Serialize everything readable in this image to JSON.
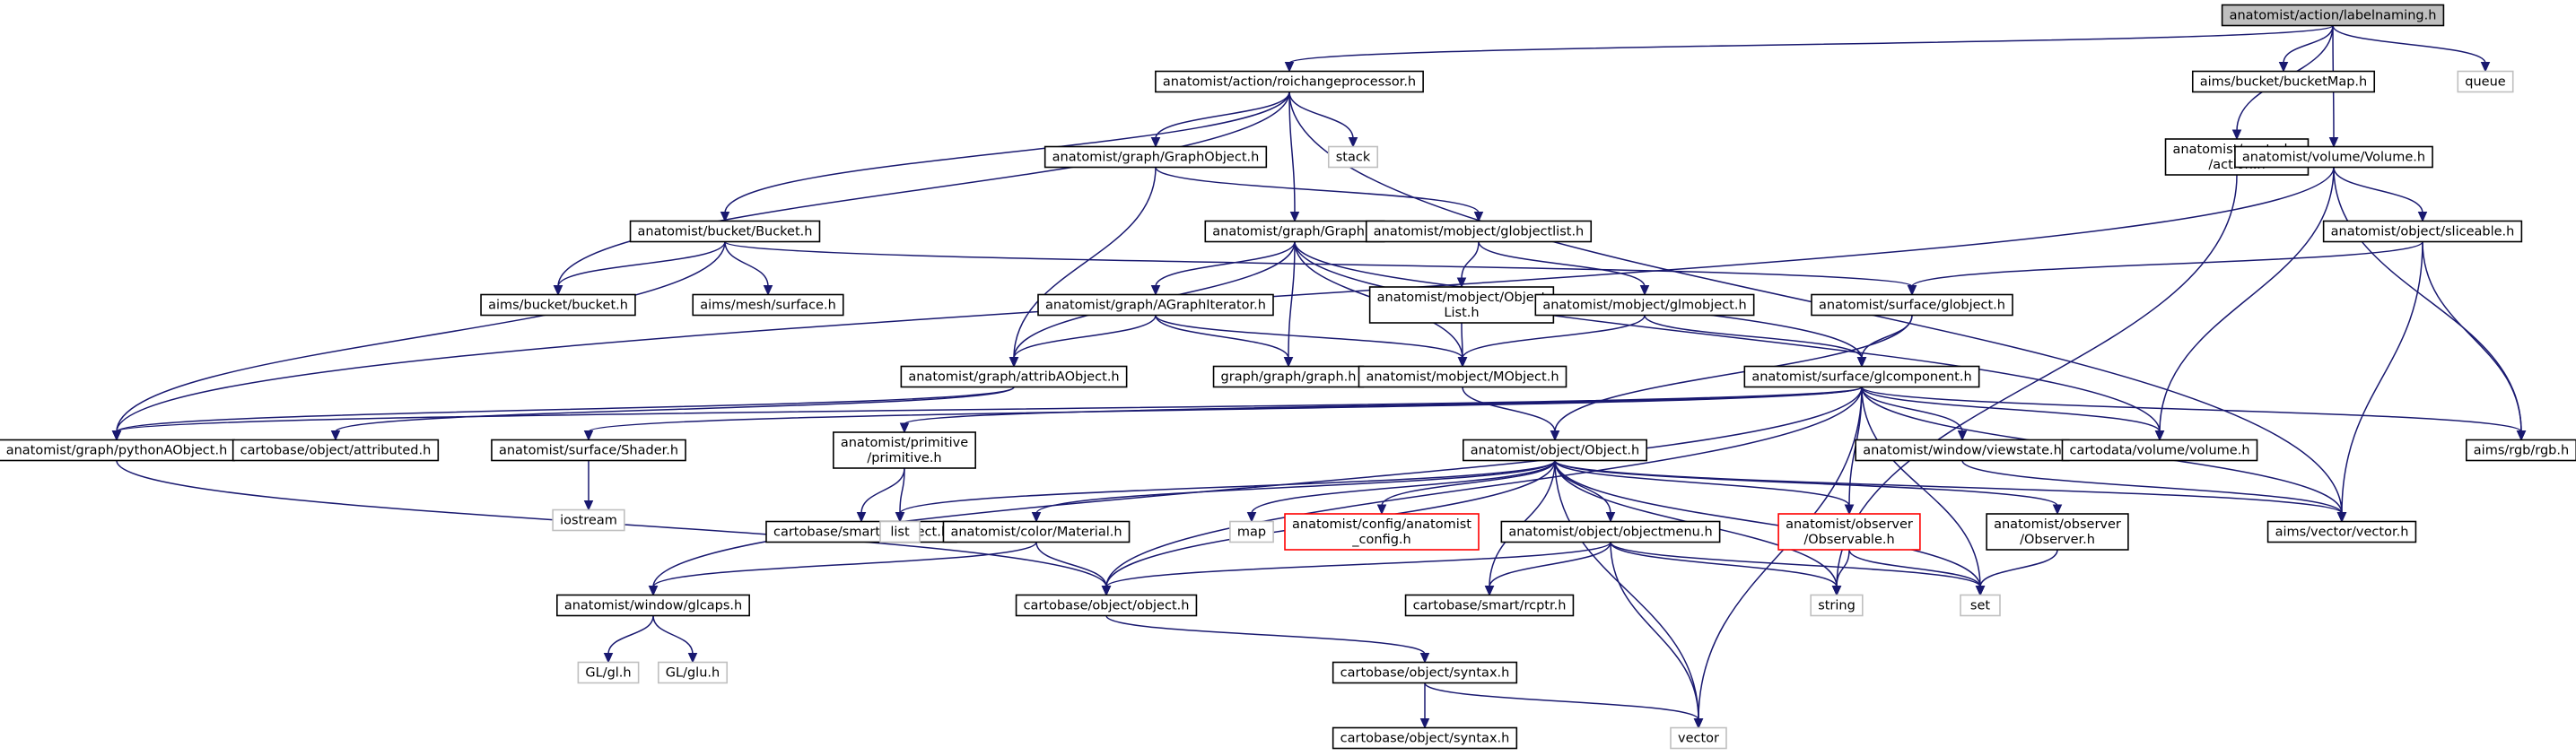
{
  "colors": {
    "edge": "#191970",
    "node_fill": "#ffffff",
    "root_fill": "#bfbfbf",
    "border_normal": "#000000",
    "border_missing": "#bfbfbf",
    "border_truncated": "#ff0000",
    "text": "#000000"
  },
  "nodes": [
    {
      "id": "labelnaming",
      "lines": [
        "anatomist/action/labelnaming.h"
      ],
      "style": "root"
    },
    {
      "id": "roichange",
      "lines": [
        "anatomist/action/roichangeprocessor.h"
      ],
      "style": "normal"
    },
    {
      "id": "bucketMap",
      "lines": [
        "aims/bucket/bucketMap.h"
      ],
      "style": "normal"
    },
    {
      "id": "queue",
      "lines": [
        "queue"
      ],
      "style": "missing"
    },
    {
      "id": "stack",
      "lines": [
        "stack"
      ],
      "style": "missing"
    },
    {
      "id": "graphobject",
      "lines": [
        "anatomist/graph/GraphObject.h"
      ],
      "style": "normal"
    },
    {
      "id": "controler",
      "lines": [
        "anatomist/controler",
        "/action.h"
      ],
      "style": "normal"
    },
    {
      "id": "volume",
      "lines": [
        "anatomist/volume/Volume.h"
      ],
      "style": "normal"
    },
    {
      "id": "bucketh",
      "lines": [
        "anatomist/bucket/Bucket.h"
      ],
      "style": "normal"
    },
    {
      "id": "graph",
      "lines": [
        "anatomist/graph/Graph.h"
      ],
      "style": "normal"
    },
    {
      "id": "globjectlist",
      "lines": [
        "anatomist/mobject/globjectlist.h"
      ],
      "style": "normal"
    },
    {
      "id": "sliceable",
      "lines": [
        "anatomist/object/sliceable.h"
      ],
      "style": "normal"
    },
    {
      "id": "aimsbucket",
      "lines": [
        "aims/bucket/bucket.h"
      ],
      "style": "normal"
    },
    {
      "id": "surface",
      "lines": [
        "aims/mesh/surface.h"
      ],
      "style": "normal"
    },
    {
      "id": "agraphiter",
      "lines": [
        "anatomist/graph/AGraphIterator.h"
      ],
      "style": "normal"
    },
    {
      "id": "objectlist",
      "lines": [
        "anatomist/mobject/Object",
        "List.h"
      ],
      "style": "normal"
    },
    {
      "id": "glmobject",
      "lines": [
        "anatomist/mobject/glmobject.h"
      ],
      "style": "normal"
    },
    {
      "id": "globject",
      "lines": [
        "anatomist/surface/globject.h"
      ],
      "style": "normal"
    },
    {
      "id": "attribaobject",
      "lines": [
        "anatomist/graph/attribAObject.h"
      ],
      "style": "normal"
    },
    {
      "id": "graphgraph",
      "lines": [
        "graph/graph/graph.h"
      ],
      "style": "normal"
    },
    {
      "id": "mobject",
      "lines": [
        "anatomist/mobject/MObject.h"
      ],
      "style": "normal"
    },
    {
      "id": "glcomponent",
      "lines": [
        "anatomist/surface/glcomponent.h"
      ],
      "style": "normal"
    },
    {
      "id": "pythonaobject",
      "lines": [
        "anatomist/graph/pythonAObject.h"
      ],
      "style": "normal"
    },
    {
      "id": "attributed",
      "lines": [
        "cartobase/object/attributed.h"
      ],
      "style": "normal"
    },
    {
      "id": "shader",
      "lines": [
        "anatomist/surface/Shader.h"
      ],
      "style": "normal"
    },
    {
      "id": "primitive",
      "lines": [
        "anatomist/primitive",
        "/primitive.h"
      ],
      "style": "normal"
    },
    {
      "id": "objecth",
      "lines": [
        "anatomist/object/Object.h"
      ],
      "style": "normal"
    },
    {
      "id": "viewstate",
      "lines": [
        "anatomist/window/viewstate.h"
      ],
      "style": "normal"
    },
    {
      "id": "cartovolume",
      "lines": [
        "cartodata/volume/volume.h"
      ],
      "style": "normal"
    },
    {
      "id": "rgb",
      "lines": [
        "aims/rgb/rgb.h"
      ],
      "style": "normal"
    },
    {
      "id": "iostream",
      "lines": [
        "iostream"
      ],
      "style": "missing"
    },
    {
      "id": "rcobject",
      "lines": [
        "cartobase/smart/rcobject.h"
      ],
      "style": "normal"
    },
    {
      "id": "list",
      "lines": [
        "list"
      ],
      "style": "missing"
    },
    {
      "id": "material",
      "lines": [
        "anatomist/color/Material.h"
      ],
      "style": "normal"
    },
    {
      "id": "map",
      "lines": [
        "map"
      ],
      "style": "missing"
    },
    {
      "id": "config",
      "lines": [
        "anatomist/config/anatomist",
        "_config.h"
      ],
      "style": "truncated"
    },
    {
      "id": "objectmenu",
      "lines": [
        "anatomist/object/objectmenu.h"
      ],
      "style": "normal"
    },
    {
      "id": "observable",
      "lines": [
        "anatomist/observer",
        "/Observable.h"
      ],
      "style": "truncated"
    },
    {
      "id": "observer",
      "lines": [
        "anatomist/observer",
        "/Observer.h"
      ],
      "style": "normal"
    },
    {
      "id": "vector3",
      "lines": [
        "aims/vector/vector.h"
      ],
      "style": "normal"
    },
    {
      "id": "glcaps",
      "lines": [
        "anatomist/window/glcaps.h"
      ],
      "style": "normal"
    },
    {
      "id": "cartoobject",
      "lines": [
        "cartobase/object/object.h"
      ],
      "style": "normal"
    },
    {
      "id": "rcptr",
      "lines": [
        "cartobase/smart/rcptr.h"
      ],
      "style": "normal"
    },
    {
      "id": "string",
      "lines": [
        "string"
      ],
      "style": "missing"
    },
    {
      "id": "set",
      "lines": [
        "set"
      ],
      "style": "missing"
    },
    {
      "id": "gl",
      "lines": [
        "GL/gl.h"
      ],
      "style": "missing"
    },
    {
      "id": "glu",
      "lines": [
        "GL/glu.h"
      ],
      "style": "missing"
    },
    {
      "id": "syntax",
      "lines": [
        "cartobase/object/syntax.h"
      ],
      "style": "normal"
    },
    {
      "id": "vector",
      "lines": [
        "vector"
      ],
      "style": "missing"
    },
    {
      "id": "syntaxh",
      "lines": [
        "cartobase/object/syntax.h"
      ],
      "style": "normal"
    }
  ],
  "edges": [
    [
      "labelnaming",
      "roichange"
    ],
    [
      "labelnaming",
      "bucketMap"
    ],
    [
      "labelnaming",
      "queue"
    ],
    [
      "labelnaming",
      "controler"
    ],
    [
      "labelnaming",
      "volume"
    ],
    [
      "roichange",
      "stack"
    ],
    [
      "roichange",
      "graphobject"
    ],
    [
      "roichange",
      "bucketh"
    ],
    [
      "roichange",
      "graph"
    ],
    [
      "roichange",
      "aimsbucket"
    ],
    [
      "roichange",
      "vector3"
    ],
    [
      "graphobject",
      "globjectlist"
    ],
    [
      "graphobject",
      "attribaobject"
    ],
    [
      "controler",
      "string"
    ],
    [
      "volume",
      "sliceable"
    ],
    [
      "volume",
      "pythonaobject"
    ],
    [
      "volume",
      "cartovolume"
    ],
    [
      "volume",
      "rgb"
    ],
    [
      "bucketh",
      "aimsbucket"
    ],
    [
      "bucketh",
      "surface"
    ],
    [
      "bucketh",
      "globject"
    ],
    [
      "bucketh",
      "pythonaobject"
    ],
    [
      "graph",
      "agraphiter"
    ],
    [
      "graph",
      "graphgraph"
    ],
    [
      "graph",
      "mobject"
    ],
    [
      "graph",
      "attribaobject"
    ],
    [
      "graph",
      "glcomponent"
    ],
    [
      "graph",
      "cartovolume"
    ],
    [
      "globjectlist",
      "objectlist"
    ],
    [
      "globjectlist",
      "glmobject"
    ],
    [
      "sliceable",
      "globject"
    ],
    [
      "sliceable",
      "rgb"
    ],
    [
      "sliceable",
      "vector3"
    ],
    [
      "agraphiter",
      "attribaobject"
    ],
    [
      "agraphiter",
      "graphgraph"
    ],
    [
      "agraphiter",
      "mobject"
    ],
    [
      "objectlist",
      "mobject"
    ],
    [
      "glmobject",
      "mobject"
    ],
    [
      "glmobject",
      "glcomponent"
    ],
    [
      "globject",
      "glcomponent"
    ],
    [
      "globject",
      "objecth"
    ],
    [
      "attribaobject",
      "pythonaobject"
    ],
    [
      "attribaobject",
      "attributed"
    ],
    [
      "mobject",
      "objecth"
    ],
    [
      "glcomponent",
      "pythonaobject"
    ],
    [
      "glcomponent",
      "shader"
    ],
    [
      "glcomponent",
      "primitive"
    ],
    [
      "glcomponent",
      "viewstate"
    ],
    [
      "glcomponent",
      "cartovolume"
    ],
    [
      "glcomponent",
      "rgb"
    ],
    [
      "glcomponent",
      "glcaps"
    ],
    [
      "glcomponent",
      "cartoobject"
    ],
    [
      "glcomponent",
      "set"
    ],
    [
      "glcomponent",
      "vector"
    ],
    [
      "glcomponent",
      "vector3"
    ],
    [
      "glcomponent",
      "observable"
    ],
    [
      "pythonaobject",
      "cartoobject"
    ],
    [
      "shader",
      "iostream"
    ],
    [
      "primitive",
      "rcobject"
    ],
    [
      "primitive",
      "list"
    ],
    [
      "objecth",
      "list"
    ],
    [
      "objecth",
      "map"
    ],
    [
      "objecth",
      "material"
    ],
    [
      "objecth",
      "config"
    ],
    [
      "objecth",
      "objectmenu"
    ],
    [
      "objecth",
      "observable"
    ],
    [
      "objecth",
      "observer"
    ],
    [
      "objecth",
      "vector3"
    ],
    [
      "objecth",
      "cartoobject"
    ],
    [
      "objecth",
      "rcptr"
    ],
    [
      "objecth",
      "string"
    ],
    [
      "objecth",
      "set"
    ],
    [
      "objecth",
      "vector"
    ],
    [
      "viewstate",
      "vector3"
    ],
    [
      "material",
      "cartoobject"
    ],
    [
      "material",
      "glcaps"
    ],
    [
      "objectmenu",
      "cartoobject"
    ],
    [
      "objectmenu",
      "rcptr"
    ],
    [
      "objectmenu",
      "string"
    ],
    [
      "objectmenu",
      "set"
    ],
    [
      "objectmenu",
      "vector"
    ],
    [
      "observable",
      "string"
    ],
    [
      "observable",
      "set"
    ],
    [
      "observer",
      "set"
    ],
    [
      "glcaps",
      "gl"
    ],
    [
      "glcaps",
      "glu"
    ],
    [
      "cartoobject",
      "syntax"
    ],
    [
      "syntax",
      "syntaxh"
    ],
    [
      "syntax",
      "vector"
    ]
  ]
}
